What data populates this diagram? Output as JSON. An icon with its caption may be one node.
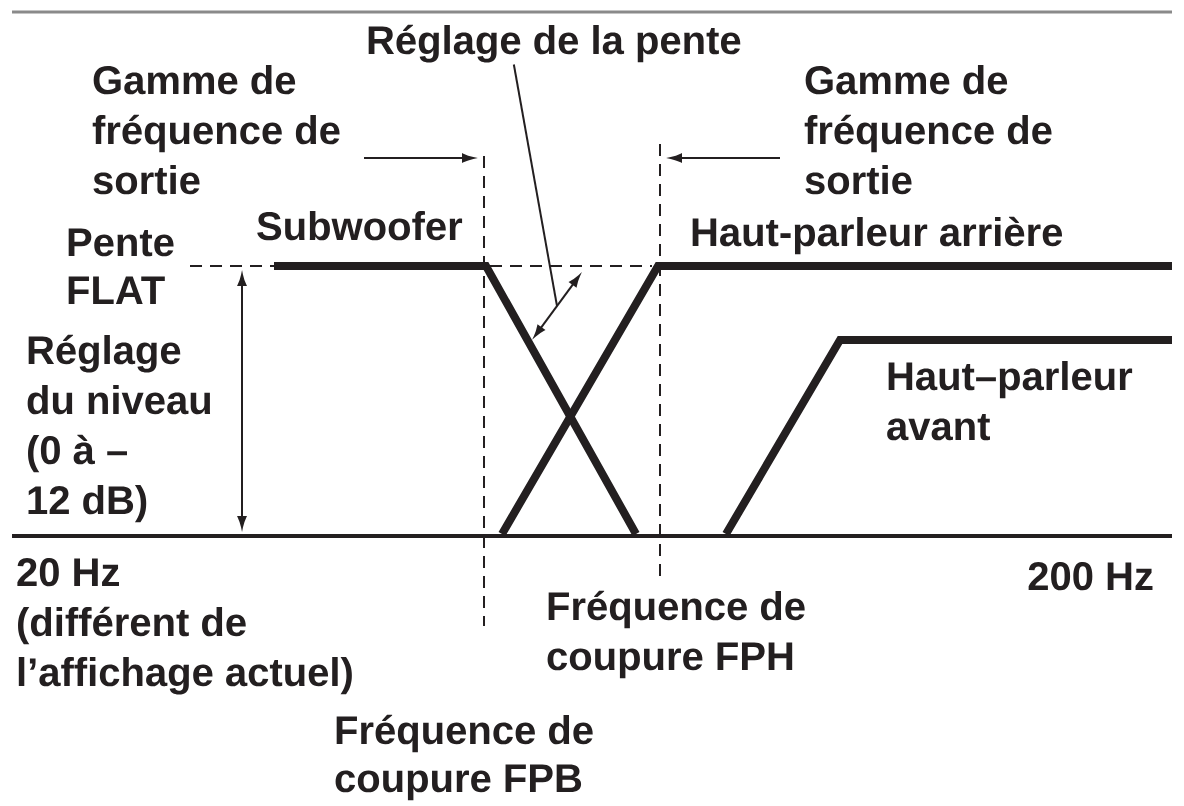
{
  "diagram": {
    "nodes": [
      {
        "text": [
          "Réglage de la pente"
        ]
      },
      {
        "text": [],
        "shape": "arrow"
      }
    ],
    "edges": [
      {
        "from": 0,
        "to": 1,
        "arrow": "none"
      }
    ],
    "labels": [
      "Gamme de fréquence de sortie",
      "Gamme de fréquence de sortie",
      "Subwoofer",
      "Haut-parleur arrière",
      "Pente FLAT",
      "Réglage du niveau (0 à – 12 dB)",
      "Haut–parleur avant",
      "20 Hz (différent de l’affichage actuel)",
      "Fréquence de coupure FPH",
      "200 Hz",
      "Fréquence de coupure FPB"
    ]
  }
}
